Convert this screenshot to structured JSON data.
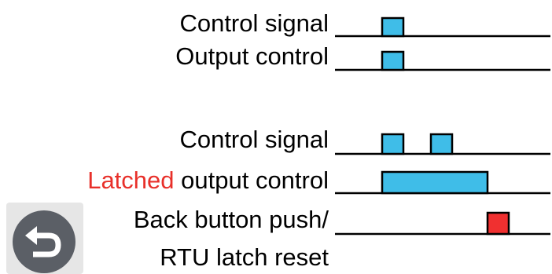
{
  "labels": {
    "control_signal_1": "Control signal",
    "output_control": "Output control",
    "control_signal_2": "Control signal",
    "latched_word": "Latched",
    "latched_rest": " output control",
    "back_button_push": "Back button push/",
    "rtu_latch_reset": "RTU latch reset"
  },
  "icons": {
    "back": "back-arrow-icon"
  },
  "colors": {
    "pulse": "#3fbde8",
    "reset_pulse": "#f03030",
    "highlight": "#e8302a",
    "line": "#000000"
  }
}
